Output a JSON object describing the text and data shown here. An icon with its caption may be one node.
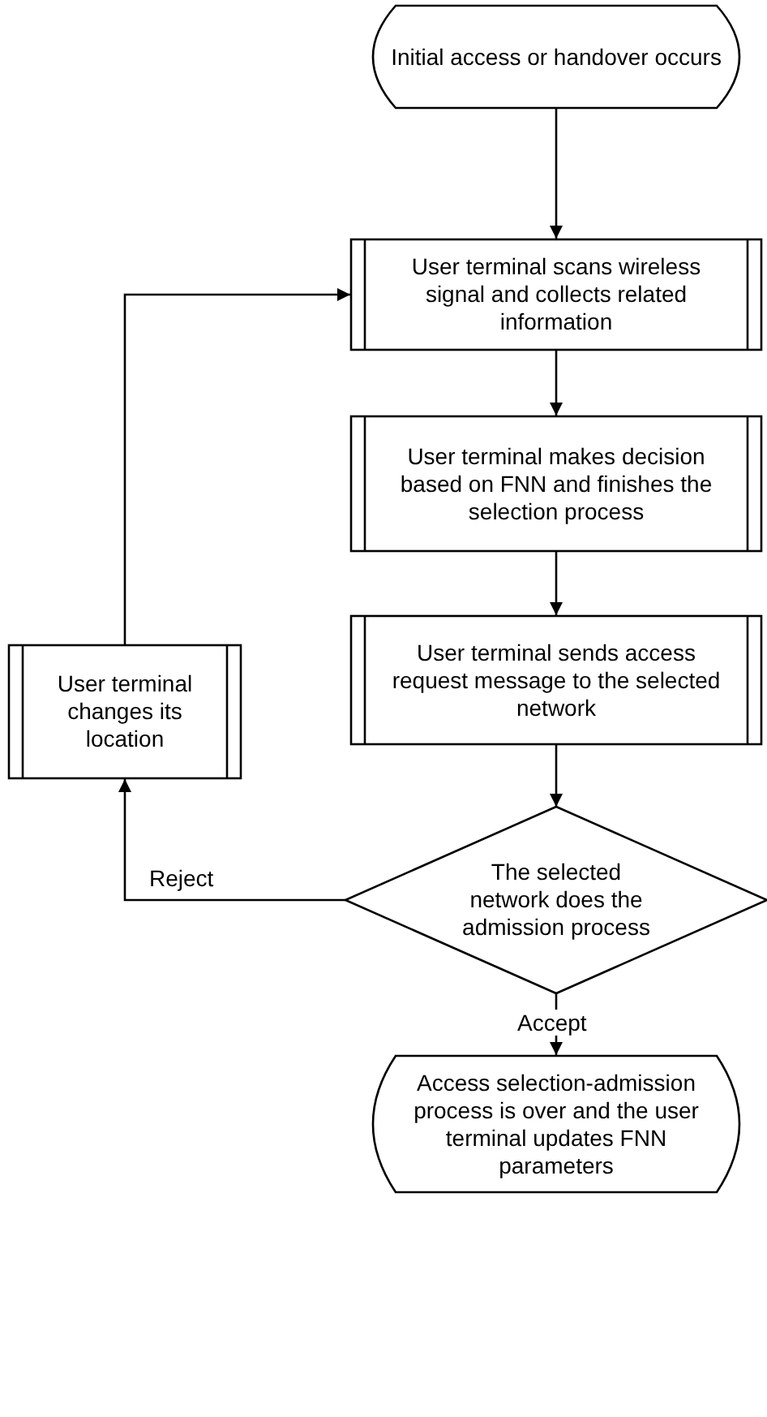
{
  "diagram": {
    "nodes": [
      {
        "text": [
          "Initial access or handover occurs"
        ]
      },
      {
        "text": [
          "User terminal scans wireless signal and collects related information"
        ]
      },
      {
        "text": [
          "User terminal makes decision based on FNN and finishes the selection process"
        ]
      },
      {
        "text": [
          "User terminal sends access request message to the selected network"
        ]
      },
      {
        "text": [
          "The selected network does the admission process"
        ]
      },
      {
        "text": [
          "Access selection-admission process is over and the user terminal updates FNN parameters"
        ]
      },
      {
        "text": [
          "User terminal changes its location"
        ]
      }
    ],
    "edges": [
      {
        "from": 0,
        "to": 1,
        "arrow": "to"
      },
      {
        "from": 1,
        "to": 2,
        "arrow": "to"
      },
      {
        "from": 2,
        "to": 3,
        "arrow": "to"
      },
      {
        "from": 3,
        "to": 4,
        "arrow": "to"
      },
      {
        "from": 4,
        "to": 5,
        "arrow": "to",
        "label": "Accept"
      },
      {
        "from": 4,
        "to": 6,
        "arrow": "to",
        "label": "Reject"
      },
      {
        "from": 6,
        "to": 1,
        "arrow": "to"
      }
    ]
  }
}
